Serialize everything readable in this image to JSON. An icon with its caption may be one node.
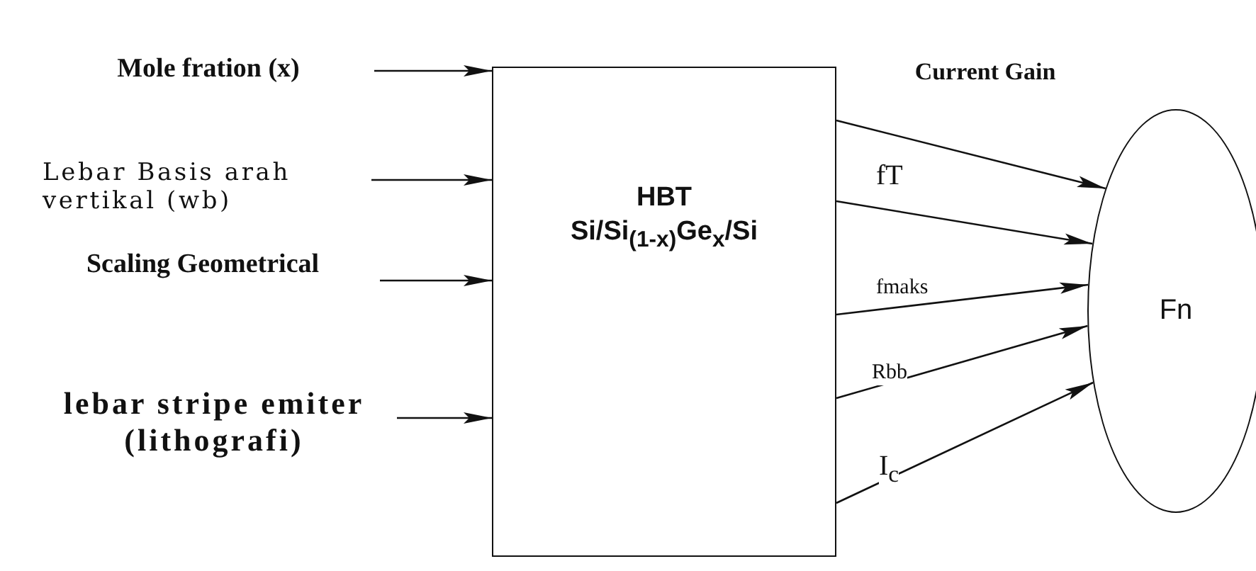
{
  "diagram": {
    "nodes": [
      {
        "text": [
          "HBT",
          "Si/Si$_{(1-x)}$Ge$_{x}$/Si"
        ]
      },
      {
        "text": [
          "Mole fration (x)"
        ]
      },
      {
        "text": [
          "Lebar Basis arah vertikal (wb)"
        ]
      },
      {
        "text": [
          "Scaling Geometrical"
        ]
      },
      {
        "text": [
          "lebar stripe emiter (lithografi)"
        ]
      },
      {
        "text": [
          "Fn"
        ]
      }
    ],
    "edges": [
      {
        "from": 1,
        "to": 0,
        "arrow": "to"
      },
      {
        "from": 2,
        "to": 0,
        "arrow": "to"
      },
      {
        "from": 3,
        "to": 0,
        "arrow": "to"
      },
      {
        "from": 4,
        "to": 0,
        "arrow": "to"
      },
      {
        "from": 0,
        "to": 5,
        "arrow": "to",
        "label": "Current Gain"
      },
      {
        "from": 0,
        "to": 5,
        "arrow": "to",
        "label": "fT"
      },
      {
        "from": 0,
        "to": 5,
        "arrow": "to",
        "label": "fmaks"
      },
      {
        "from": 0,
        "to": 5,
        "arrow": "to",
        "label": "Rbb"
      },
      {
        "from": 0,
        "to": 5,
        "arrow": "to",
        "label": "I$_{c}$"
      }
    ]
  }
}
